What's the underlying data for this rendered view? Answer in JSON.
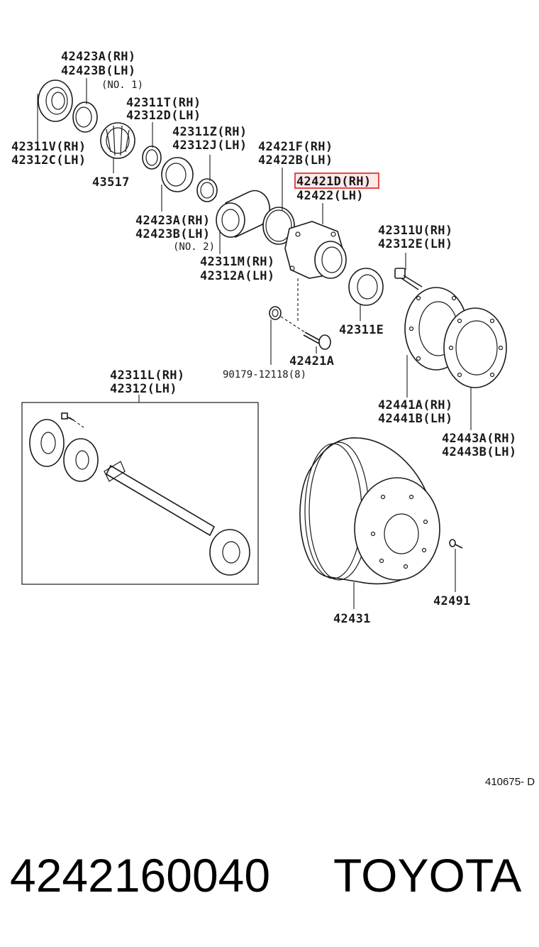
{
  "diagram": {
    "highlight_color": "#e0201c",
    "labels": {
      "l_42423A_1": "42423A(RH)",
      "l_42423B_1": "42423B(LH)",
      "l_no1": "(NO. 1)",
      "l_42311T": "42311T(RH)",
      "l_42312D": "42312D(LH)",
      "l_42311V": "42311V(RH)",
      "l_42312C": "42312C(LH)",
      "l_42311Z": "42311Z(RH)",
      "l_42312J": "42312J(LH)",
      "l_42421F": "42421F(RH)",
      "l_42422B": "42422B(LH)",
      "l_42421D": "42421D(RH)",
      "l_42422": "42422(LH)",
      "l_43517": "43517",
      "l_42423A_2": "42423A(RH)",
      "l_42423B_2": "42423B(LH)",
      "l_no2": "(NO. 2)",
      "l_42311M": "42311M(RH)",
      "l_42312A": "42312A(LH)",
      "l_42311U": "42311U(RH)",
      "l_42312E": "42312E(LH)",
      "l_42311E": "42311E",
      "l_42421A": "42421A",
      "l_90179": "90179-12118(8)",
      "l_42311L": "42311L(RH)",
      "l_42312": "42312(LH)",
      "l_42441A": "42441A(RH)",
      "l_42441B": "42441B(LH)",
      "l_42443A": "42443A(RH)",
      "l_42443B": "42443B(LH)",
      "l_42491": "42491",
      "l_42431": "42431"
    },
    "figure_code": "410675- D"
  },
  "footer": {
    "part_number": "4242160040",
    "brand": "TOYOTA"
  }
}
